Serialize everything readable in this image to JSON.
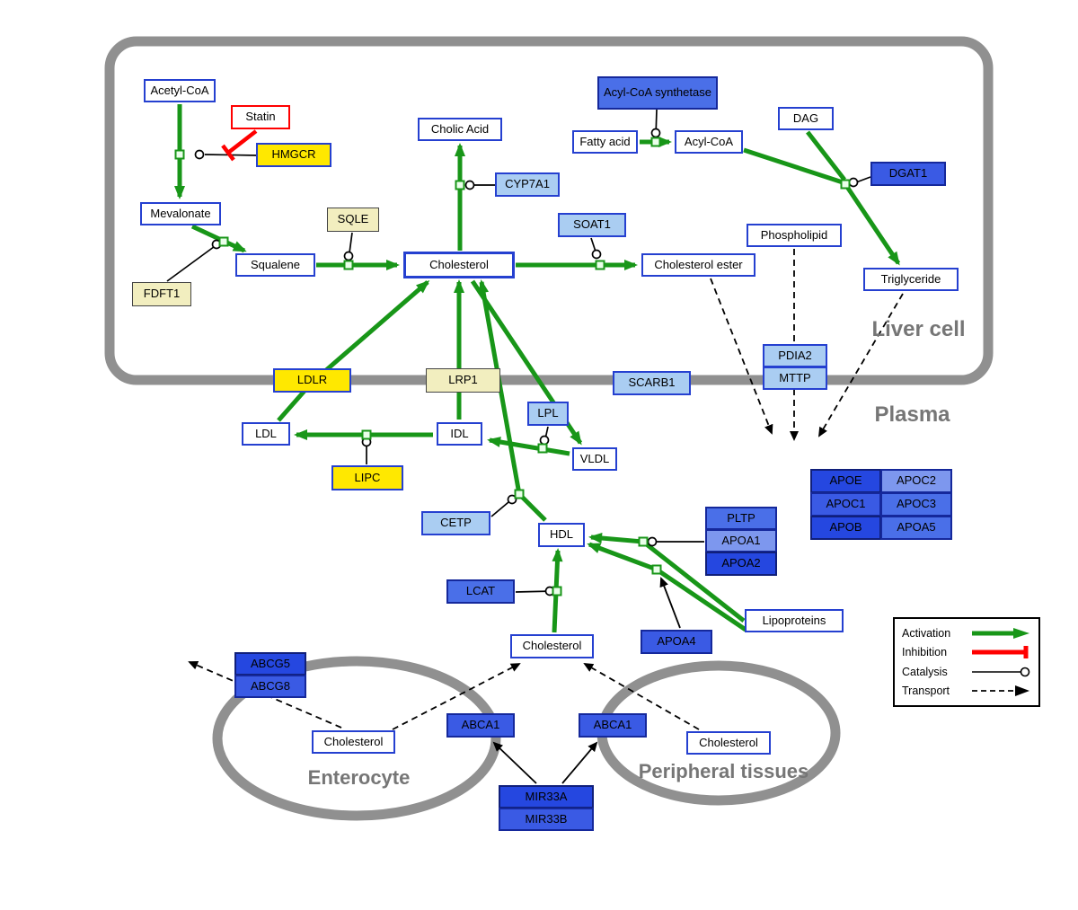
{
  "regions": {
    "liver": "Liver cell",
    "plasma": "Plasma",
    "enterocyte": "Enterocyte",
    "peripheral": "Peripheral tissues"
  },
  "nodes": {
    "acetyl_coa": "Acetyl-CoA",
    "statin": "Statin",
    "hmgcr": "HMGCR",
    "mevalonate": "Mevalonate",
    "fdft1": "FDFT1",
    "squalene": "Squalene",
    "sqle": "SQLE",
    "cholesterol_liver": "Cholesterol",
    "cholic_acid": "Cholic Acid",
    "cyp7a1": "CYP7A1",
    "soat1": "SOAT1",
    "cholesterol_ester": "Cholesterol ester",
    "acyl_coa_synthetase": "Acyl-CoA synthetase",
    "fatty_acid": "Fatty acid",
    "acyl_coa": "Acyl-CoA",
    "dag": "DAG",
    "dgat1": "DGAT1",
    "phospholipid": "Phospholipid",
    "triglyceride": "Triglyceride",
    "pdia2": "PDIA2",
    "mttp": "MTTP",
    "ldlr": "LDLR",
    "lrp1": "LRP1",
    "scarb1": "SCARB1",
    "ldl": "LDL",
    "idl": "IDL",
    "lipc": "LIPC",
    "lpl": "LPL",
    "vldl": "VLDL",
    "cetp": "CETP",
    "hdl": "HDL",
    "lcat": "LCAT",
    "pltp": "PLTP",
    "apoa1": "APOA1",
    "apoa2": "APOA2",
    "apoe": "APOE",
    "apoc2": "APOC2",
    "apoc1": "APOC1",
    "apoc3": "APOC3",
    "apob": "APOB",
    "apoa5": "APOA5",
    "apoa4": "APOA4",
    "lipoproteins": "Lipoproteins",
    "cholesterol_plasma": "Cholesterol",
    "abcg5": "ABCG5",
    "abcg8": "ABCG8",
    "cholesterol_enterocyte": "Cholesterol",
    "abca1_enterocyte": "ABCA1",
    "abca1_peripheral": "ABCA1",
    "cholesterol_peripheral": "Cholesterol",
    "mir33a": "MIR33A",
    "mir33b": "MIR33B"
  },
  "legend": {
    "activation": "Activation",
    "inhibition": "Inhibition",
    "catalysis": "Catalysis",
    "transport": "Transport"
  },
  "colors": {
    "activation_green": "#189618",
    "inhibition_red": "#ff0000",
    "membrane_gray": "#8f8f8f",
    "metabolite_border_blue": "#2540d0",
    "gene_yellow": "#ffe800",
    "gene_pale_yellow": "#f2eebf",
    "gene_light_blue": "#aacdf2",
    "gene_medium_blue": "#4a6fe8",
    "gene_dark_blue": "#2547e0"
  }
}
